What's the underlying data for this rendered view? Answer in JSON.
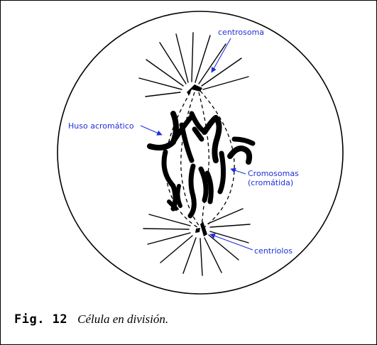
{
  "labels": {
    "centrosoma": "centrosoma",
    "huso": "Huso acromático",
    "cromosomas_line1": "Cromosomas",
    "cromosomas_line2": "(cromátida)",
    "centriolos": "centriolos"
  },
  "caption": {
    "fig": "Fig. 12",
    "text": "Célula en división."
  },
  "colors": {
    "label_blue": "#1f2fd8",
    "ink": "#000000"
  }
}
